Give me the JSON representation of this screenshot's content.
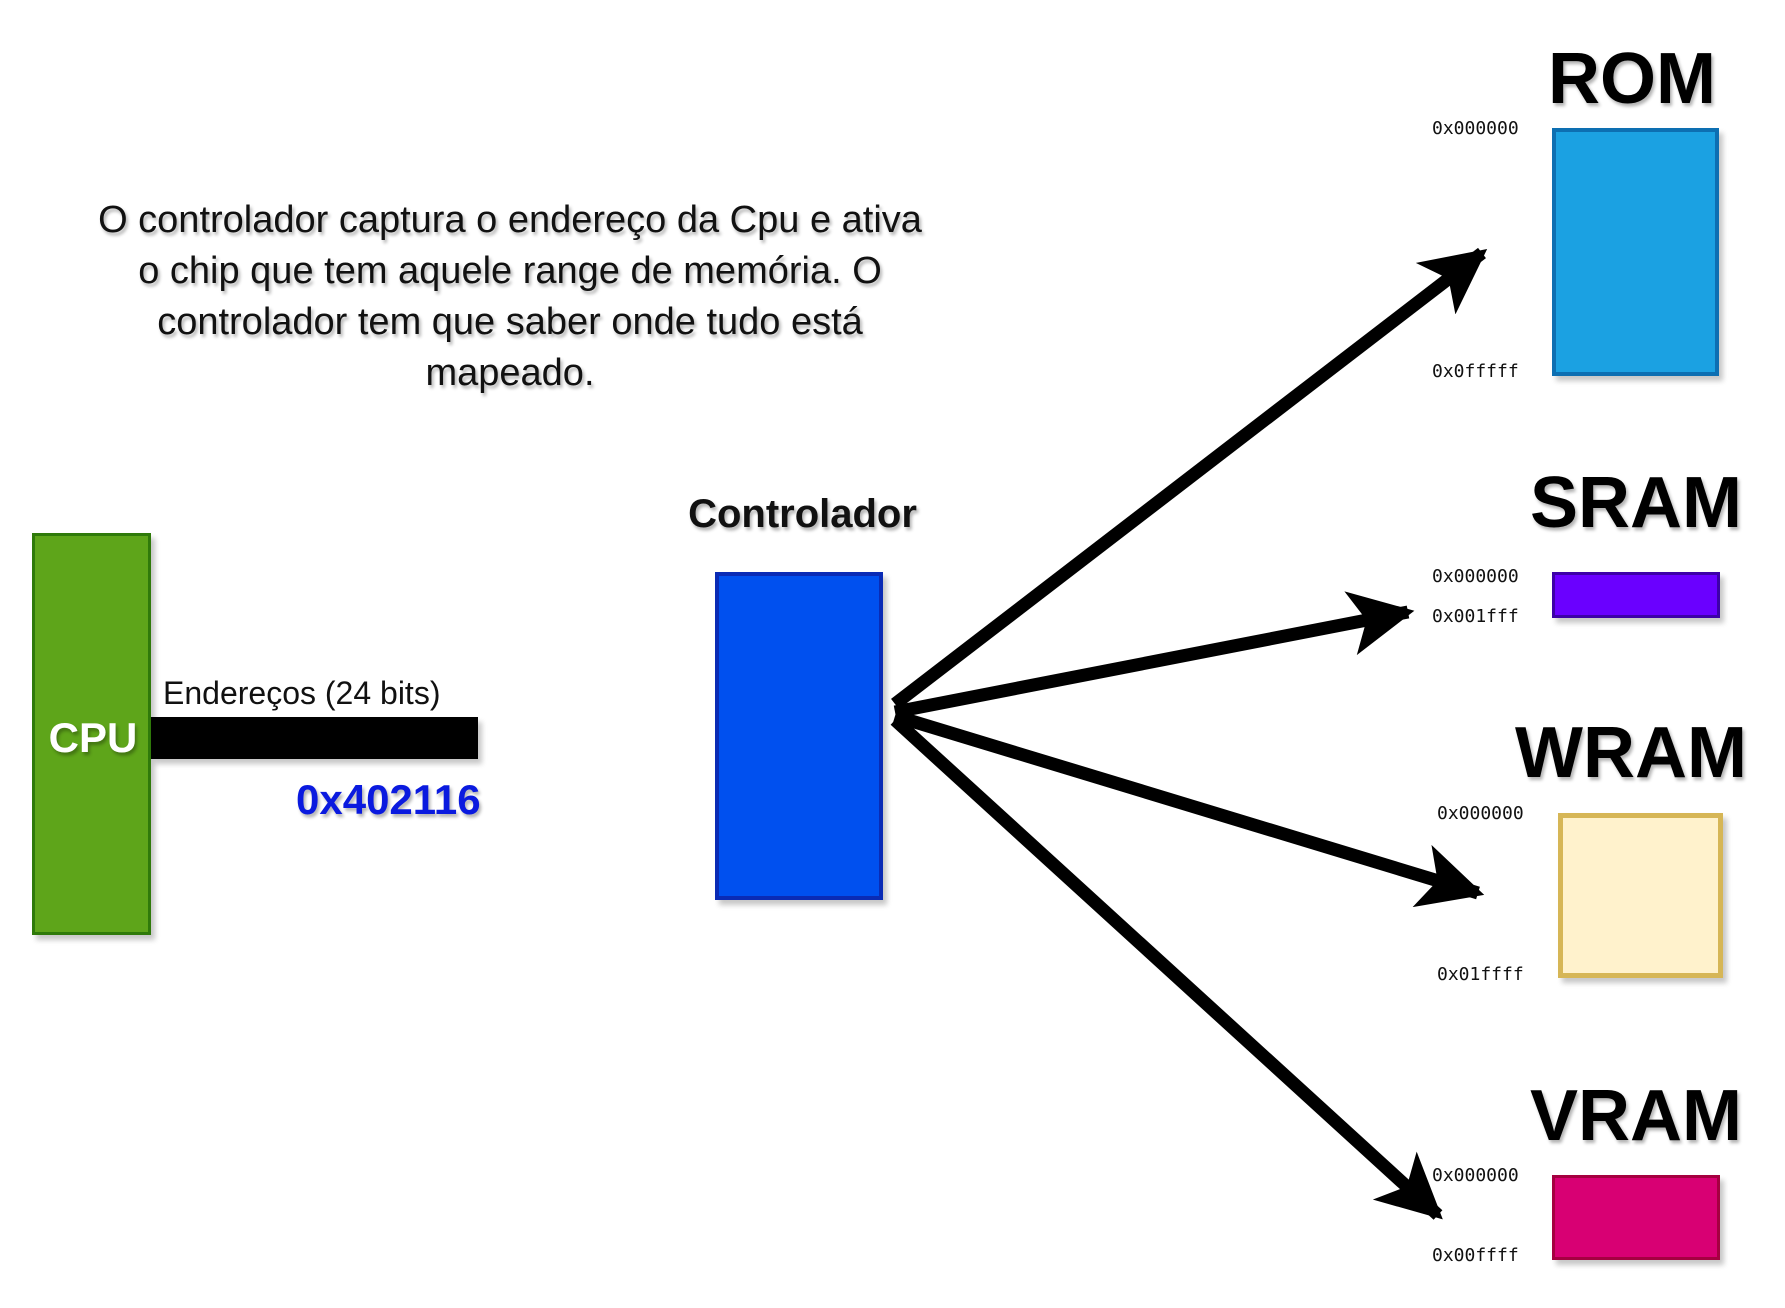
{
  "description": "O controlador captura o endereço da Cpu e ativa o chip que tem aquele range de memória. O controlador tem que saber onde tudo está mapeado.",
  "cpu": {
    "label": "CPU"
  },
  "bus": {
    "label": "Endereços (24 bits)",
    "address": "0x402116"
  },
  "controller": {
    "label": "Controlador"
  },
  "memories": {
    "rom": {
      "title": "ROM",
      "start": "0x000000",
      "end": "0x0fffff",
      "color": "#1ba1e2"
    },
    "sram": {
      "title": "SRAM",
      "start": "0x000000",
      "end": "0x001fff",
      "color": "#6a00ff"
    },
    "wram": {
      "title": "WRAM",
      "start": "0x000000",
      "end": "0x01ffff",
      "color": "#fff2cc"
    },
    "vram": {
      "title": "VRAM",
      "start": "0x000000",
      "end": "0x00ffff",
      "color": "#d80073"
    }
  },
  "colors": {
    "cpu": "#5ea51a",
    "controller": "#0050ef",
    "arrows": "#000000",
    "address": "#0a1adf"
  }
}
